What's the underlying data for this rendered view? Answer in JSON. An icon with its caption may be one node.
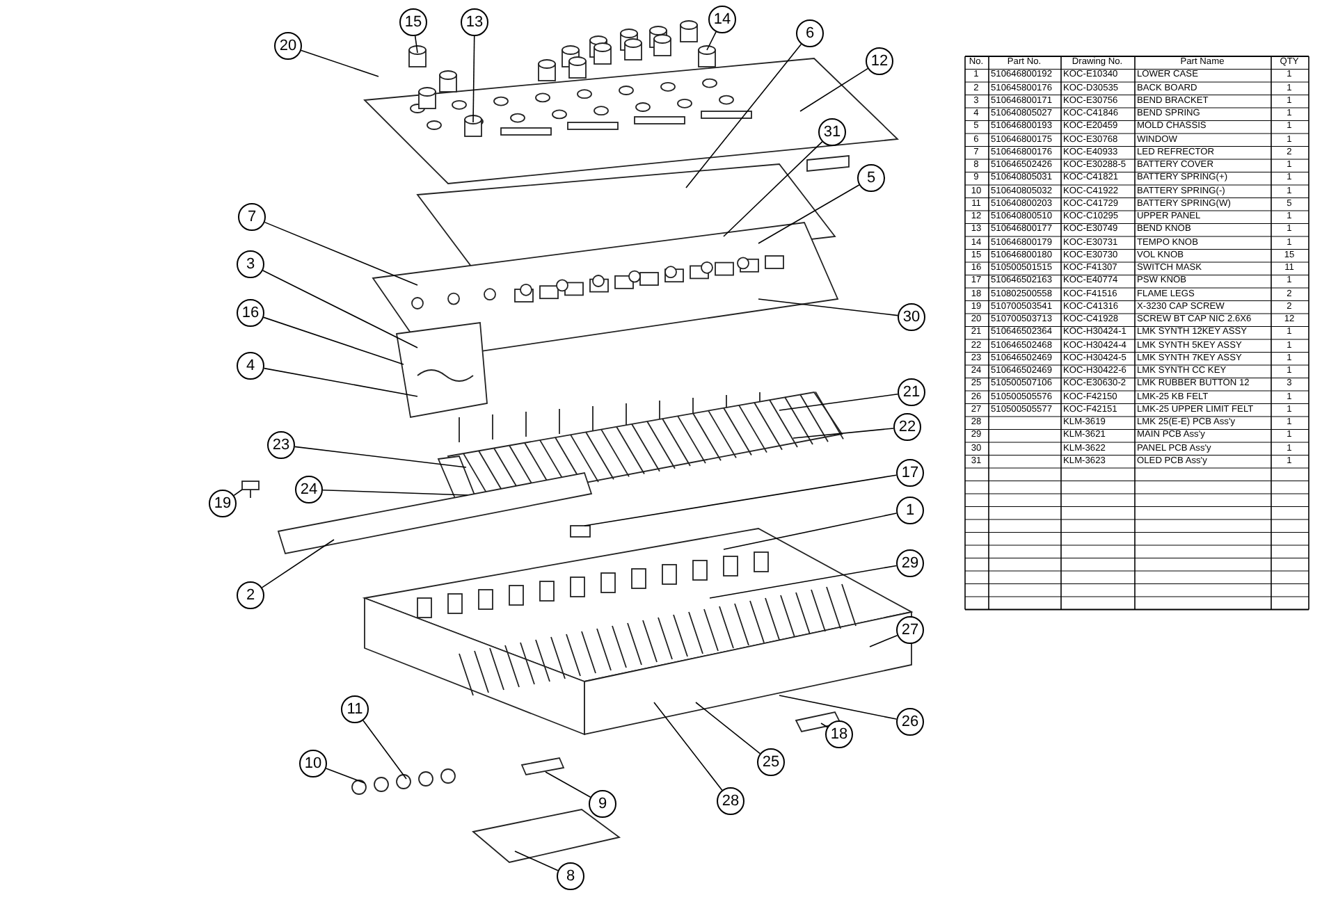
{
  "diagram": {
    "nodes": [
      {
        "text": [
          "15"
        ]
      },
      {
        "text": [
          "13"
        ]
      },
      {
        "text": [
          "14"
        ]
      },
      {
        "text": [
          "20"
        ]
      },
      {
        "text": [
          "6"
        ]
      },
      {
        "text": [
          "12"
        ]
      },
      {
        "text": [
          "31"
        ]
      },
      {
        "text": [
          "7"
        ]
      },
      {
        "text": [
          "5"
        ]
      },
      {
        "text": [
          "3"
        ]
      },
      {
        "text": [
          "16"
        ]
      },
      {
        "text": [
          "30"
        ]
      },
      {
        "text": [
          "4"
        ]
      },
      {
        "text": [
          "21"
        ]
      },
      {
        "text": [
          "22"
        ]
      },
      {
        "text": [
          "23"
        ]
      },
      {
        "text": [
          "17"
        ]
      },
      {
        "text": [
          "19"
        ]
      },
      {
        "text": [
          "24"
        ]
      },
      {
        "text": [
          "1"
        ]
      },
      {
        "text": [
          "2"
        ]
      },
      {
        "text": [
          "29"
        ]
      },
      {
        "text": [
          "27"
        ]
      },
      {
        "text": [
          "26"
        ]
      },
      {
        "text": [
          "11"
        ]
      },
      {
        "text": [
          "18"
        ]
      },
      {
        "text": [
          "10"
        ]
      },
      {
        "text": [
          "25"
        ]
      },
      {
        "text": [
          "9"
        ]
      },
      {
        "text": [
          "28"
        ]
      },
      {
        "text": [
          "8"
        ]
      }
    ],
    "edges": [
      {
        "from": 0,
        "to": null,
        "arrow": "none"
      },
      {
        "from": 1,
        "to": null,
        "arrow": "none"
      },
      {
        "from": 2,
        "to": null,
        "arrow": "none"
      },
      {
        "from": 3,
        "to": null,
        "arrow": "none"
      },
      {
        "from": 4,
        "to": null,
        "arrow": "none"
      },
      {
        "from": 5,
        "to": null,
        "arrow": "none"
      },
      {
        "from": 6,
        "to": null,
        "arrow": "none"
      },
      {
        "from": 7,
        "to": null,
        "arrow": "none"
      },
      {
        "from": 8,
        "to": null,
        "arrow": "none"
      },
      {
        "from": 9,
        "to": null,
        "arrow": "none"
      },
      {
        "from": 10,
        "to": null,
        "arrow": "none"
      },
      {
        "from": 11,
        "to": null,
        "arrow": "none"
      },
      {
        "from": 12,
        "to": null,
        "arrow": "none"
      },
      {
        "from": 13,
        "to": null,
        "arrow": "none"
      },
      {
        "from": 14,
        "to": null,
        "arrow": "none"
      },
      {
        "from": 15,
        "to": null,
        "arrow": "none"
      },
      {
        "from": 16,
        "to": null,
        "arrow": "none"
      },
      {
        "from": 17,
        "to": null,
        "arrow": "none"
      },
      {
        "from": 18,
        "to": null,
        "arrow": "none"
      },
      {
        "from": 19,
        "to": null,
        "arrow": "none"
      },
      {
        "from": 20,
        "to": null,
        "arrow": "none"
      },
      {
        "from": 21,
        "to": null,
        "arrow": "none"
      },
      {
        "from": 22,
        "to": null,
        "arrow": "none"
      },
      {
        "from": 23,
        "to": null,
        "arrow": "none"
      },
      {
        "from": 24,
        "to": null,
        "arrow": "none"
      },
      {
        "from": 25,
        "to": null,
        "arrow": "none"
      },
      {
        "from": 26,
        "to": null,
        "arrow": "none"
      },
      {
        "from": 27,
        "to": null,
        "arrow": "none"
      },
      {
        "from": 28,
        "to": null,
        "arrow": "none"
      },
      {
        "from": 29,
        "to": null,
        "arrow": "none"
      },
      {
        "from": 30,
        "to": null,
        "arrow": "none"
      }
    ],
    "labels": [
      "No.",
      "Part No.",
      "Drawing No.",
      "Part Name",
      "QTY",
      "1",
      "510646800192",
      "KOC-E10340",
      "LOWER CASE",
      "1",
      "2",
      "510645800176",
      "KOC-D30535",
      "BACK BOARD",
      "1",
      "3",
      "510646800171",
      "KOC-E30756",
      "BEND BRACKET",
      "1",
      "4",
      "510640805027",
      "KOC-C41846",
      "BEND SPRING",
      "1",
      "5",
      "510646800193",
      "KOC-E20459",
      "MOLD CHASSIS",
      "1",
      "6",
      "510646800175",
      "KOC-E30768",
      "WINDOW",
      "1",
      "7",
      "510646800176",
      "KOC-E40933",
      "LED REFRECTOR",
      "2",
      "8",
      "510646502426",
      "KOC-E30288-5",
      "BATTERY COVER",
      "1",
      "9",
      "510640805031",
      "KOC-C41821",
      "BATTERY SPRING(+)",
      "1",
      "10",
      "510640805032",
      "KOC-C41922",
      "BATTERY SPRING(-)",
      "1",
      "11",
      "510640800203",
      "KOC-C41729",
      "BATTERY SPRING(W)",
      "5",
      "12",
      "510640800510",
      "KOC-C10295",
      "UPPER PANEL",
      "1",
      "13",
      "510646800177",
      "KOC-E30749",
      "BEND KNOB",
      "1",
      "14",
      "510646800179",
      "KOC-E30731",
      "TEMPO KNOB",
      "1",
      "15",
      "510646800180",
      "KOC-E30730",
      "VOL KNOB",
      "15",
      "16",
      "510500501515",
      "KOC-F41307",
      "SWITCH MASK",
      "11",
      "17",
      "510646502163",
      "KOC-E40774",
      "PSW KNOB",
      "1",
      "18",
      "510802500558",
      "KOC-F41516",
      "FLAME LEGS",
      "2",
      "19",
      "510700503541",
      "KOC-C41316",
      "X-3230 CAP SCREW",
      "2",
      "20",
      "510700503713",
      "KOC-C41928",
      "SCREW BT CAP NIC 2.6X6",
      "12",
      "21",
      "510646502364",
      "KOC-H30424-1",
      "LMK SYNTH 12KEY ASSY",
      "1",
      "22",
      "510646502468",
      "KOC-H30424-4",
      "LMK SYNTH 5KEY ASSY",
      "1",
      "23",
      "510646502469",
      "KOC-H30424-5",
      "LMK SYNTH 7KEY ASSY",
      "1",
      "24",
      "510646502469",
      "KOC-H30422-6",
      "LMK SYNTH CC KEY",
      "1",
      "25",
      "510500507106",
      "KOC-E30630-2",
      "LMK RUBBER BUTTON 12",
      "3",
      "26",
      "510500505576",
      "KOC-F42150",
      "LMK-25 KB FELT",
      "1",
      "27",
      "510500505577",
      "KOC-F42151",
      "LMK-25 UPPER LIMIT FELT",
      "1",
      "28",
      "KLM-3619",
      "LMK 25(E-E) PCB Ass'y",
      "1",
      "29",
      "KLM-3621",
      "MAIN PCB Ass'y",
      "1",
      "30",
      "KLM-3622",
      "PANEL PCB Ass'y",
      "1",
      "31",
      "KLM-3623",
      "OLED PCB Ass'y",
      "1"
    ]
  }
}
